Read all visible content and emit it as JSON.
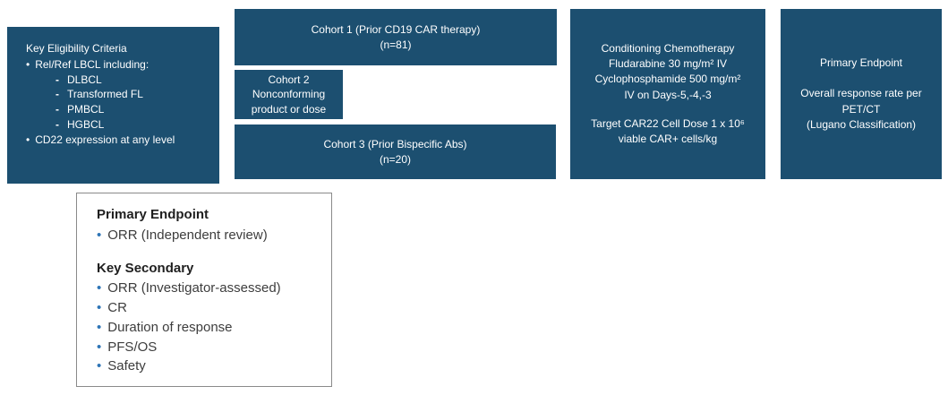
{
  "colors": {
    "box_blue": "#1c4f70",
    "bullet_blue": "#2e75b6"
  },
  "eligibility": {
    "title": "Key Eligibility Criteria",
    "bullet1": "Rel/Ref LBCL including:",
    "subtypes": [
      "DLBCL",
      "Transformed FL",
      "PMBCL",
      "HGBCL"
    ],
    "bullet2": "CD22 expression at any level"
  },
  "cohort1": {
    "lines": [
      "Cohort 1 (Prior CD19 CAR therapy)",
      "(n=81)"
    ]
  },
  "cohort2": {
    "lines": [
      "Cohort 2",
      "Nonconforming",
      "product or dose"
    ]
  },
  "cohort3": {
    "lines": [
      "Cohort 3 (Prior Bispecific Abs)",
      "(n=20)"
    ]
  },
  "conditioning": {
    "para1": [
      "Conditioning Chemotherapy",
      "Fludarabine 30 mg/m² IV",
      "Cyclophosphamide 500 mg/m²",
      "IV on Days-5,-4,-3"
    ],
    "para2": [
      "Target CAR22 Cell Dose 1 x 10⁶",
      "viable CAR+ cells/kg"
    ]
  },
  "primary_endpoint_box": {
    "title": "Primary Endpoint",
    "lines": [
      "Overall response rate per",
      "PET/CT",
      "(Lugano Classification)"
    ]
  },
  "endpoints": {
    "primary_title": "Primary Endpoint",
    "primary_items": [
      "ORR (Independent review)"
    ],
    "secondary_title": "Key Secondary",
    "secondary_items": [
      "ORR (Investigator-assessed)",
      "CR",
      "Duration of response",
      "PFS/OS",
      "Safety"
    ]
  }
}
